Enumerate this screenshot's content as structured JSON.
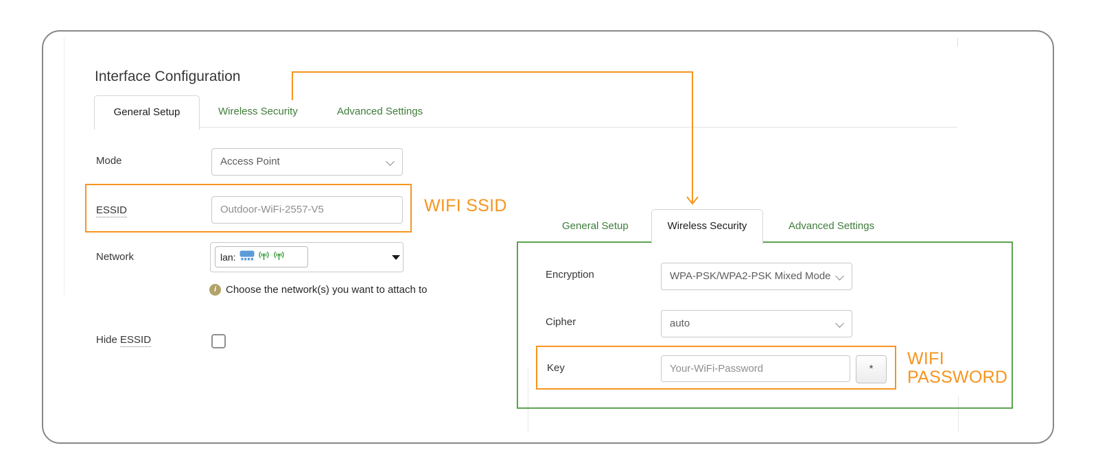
{
  "left_panel": {
    "title": "Interface Configuration",
    "tabs": [
      {
        "label": "General Setup",
        "active": true
      },
      {
        "label": "Wireless Security",
        "active": false
      },
      {
        "label": "Advanced Settings",
        "active": false
      }
    ],
    "mode": {
      "label": "Mode",
      "value": "Access Point"
    },
    "essid": {
      "label": "ESSID",
      "value": "Outdoor-WiFi-2557-V5"
    },
    "network": {
      "label": "Network",
      "selected_token": "lan:",
      "hint": "Choose the network(s) you want to attach to"
    },
    "hide_essid": {
      "label_prefix": "Hide",
      "label_term": "ESSID",
      "checked": false
    }
  },
  "right_panel": {
    "tabs": [
      {
        "label": "General Setup",
        "active": false
      },
      {
        "label": "Wireless Security",
        "active": true
      },
      {
        "label": "Advanced Settings",
        "active": false
      }
    ],
    "encryption": {
      "label": "Encryption",
      "value": "WPA-PSK/WPA2-PSK Mixed Mode"
    },
    "cipher": {
      "label": "Cipher",
      "value": "auto"
    },
    "key": {
      "label": "Key",
      "value": "Your-WiFi-Password",
      "reveal_button": "*"
    }
  },
  "annotations": {
    "ssid_callout": "WIFI SSID",
    "password_callout_line1": "WIFI",
    "password_callout_line2": "PASSWORD",
    "highlight_color": "#f7941e",
    "panel_border_color": "#5aa34e",
    "tab_link_color": "#3e7c3a"
  }
}
